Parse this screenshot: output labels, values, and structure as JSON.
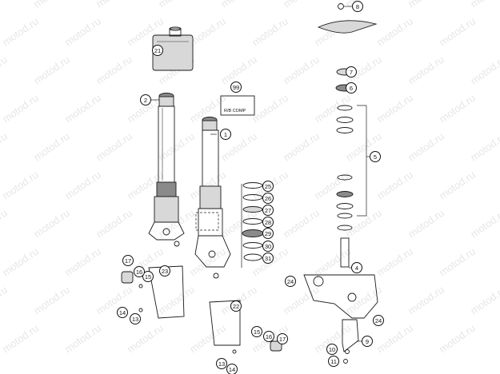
{
  "watermark": "motod.ru",
  "adjuster_tag": {
    "label": "R/B COMP"
  },
  "callouts": [
    {
      "id": "c1",
      "label": "1"
    },
    {
      "id": "c2",
      "label": "2"
    },
    {
      "id": "c4",
      "label": "4"
    },
    {
      "id": "c5",
      "label": "5"
    },
    {
      "id": "c6",
      "label": "6"
    },
    {
      "id": "c7",
      "label": "7"
    },
    {
      "id": "c8",
      "label": "8"
    },
    {
      "id": "c9",
      "label": "9"
    },
    {
      "id": "c10",
      "label": "10"
    },
    {
      "id": "c11",
      "label": "11"
    },
    {
      "id": "c13a",
      "label": "13"
    },
    {
      "id": "c13b",
      "label": "13"
    },
    {
      "id": "c14a",
      "label": "14"
    },
    {
      "id": "c14b",
      "label": "14"
    },
    {
      "id": "c15a",
      "label": "15"
    },
    {
      "id": "c15b",
      "label": "15"
    },
    {
      "id": "c16a",
      "label": "16"
    },
    {
      "id": "c16b",
      "label": "16"
    },
    {
      "id": "c17a",
      "label": "17"
    },
    {
      "id": "c17b",
      "label": "17"
    },
    {
      "id": "c21",
      "label": "21"
    },
    {
      "id": "c22",
      "label": "22"
    },
    {
      "id": "c23",
      "label": "23"
    },
    {
      "id": "c24a",
      "label": "24"
    },
    {
      "id": "c24b",
      "label": "24"
    },
    {
      "id": "c25",
      "label": "25"
    },
    {
      "id": "c26",
      "label": "26"
    },
    {
      "id": "c27",
      "label": "27"
    },
    {
      "id": "c28",
      "label": "28"
    },
    {
      "id": "c29",
      "label": "29"
    },
    {
      "id": "c30",
      "label": "30"
    },
    {
      "id": "c31",
      "label": "31"
    },
    {
      "id": "c99",
      "label": "99"
    }
  ]
}
